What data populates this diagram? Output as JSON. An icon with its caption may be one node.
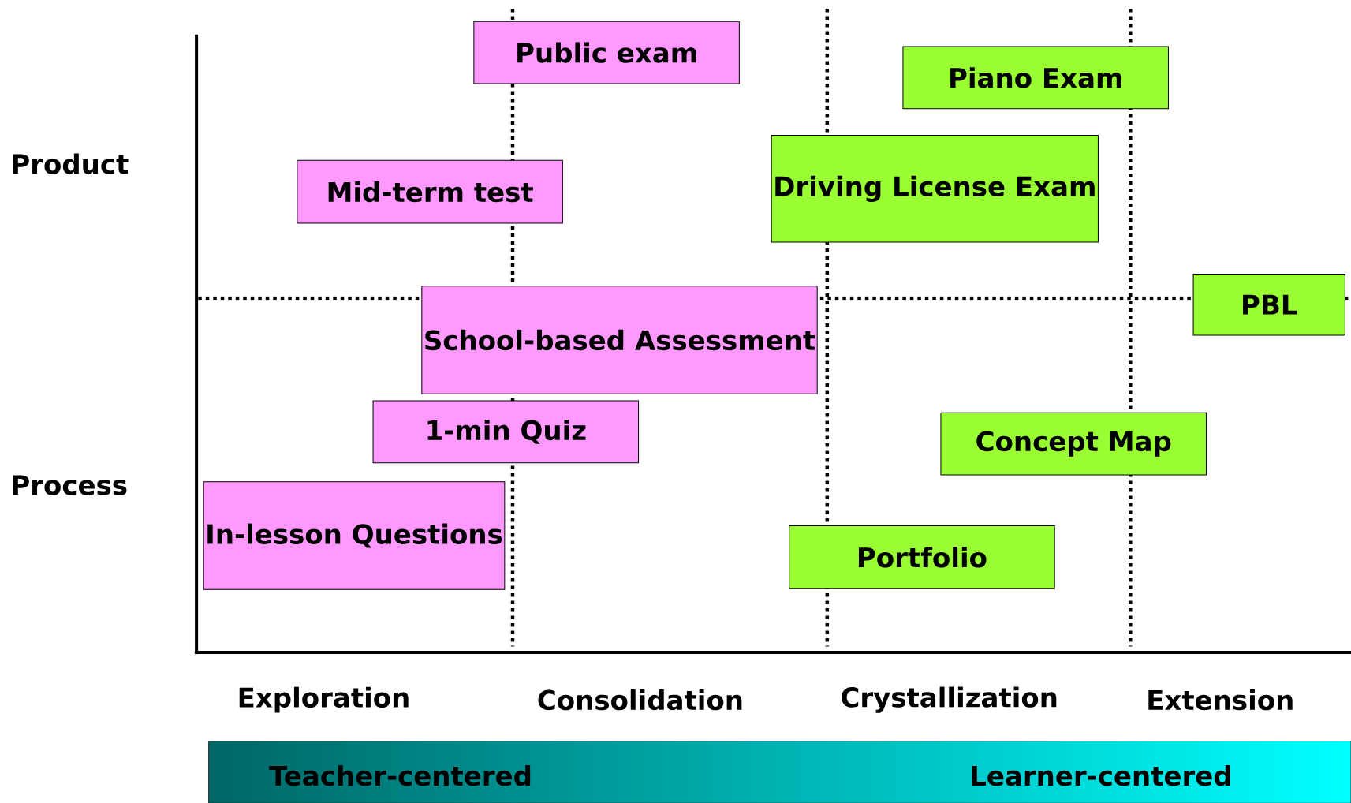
{
  "diagram": {
    "nodes": [
      {
        "text": [
          "Public exam"
        ]
      },
      {
        "text": [
          "Piano Exam"
        ]
      },
      {
        "text": [
          "Mid-term test"
        ]
      },
      {
        "text": [
          "Driving License Exam"
        ]
      },
      {
        "text": [
          "PBL"
        ]
      },
      {
        "text": [
          "School-based Assessment"
        ]
      },
      {
        "text": [
          "1-min Quiz"
        ]
      },
      {
        "text": [
          "Concept Map"
        ]
      },
      {
        "text": [
          "In-lesson Questions"
        ]
      },
      {
        "text": [
          "Portfolio"
        ]
      },
      {
        "text": [
          "Teacher-centered",
          "Learner-centered"
        ]
      }
    ],
    "labels": [
      "Product",
      "Process",
      "Exploration",
      "Consolidation",
      "Crystallization",
      "Extension"
    ]
  }
}
